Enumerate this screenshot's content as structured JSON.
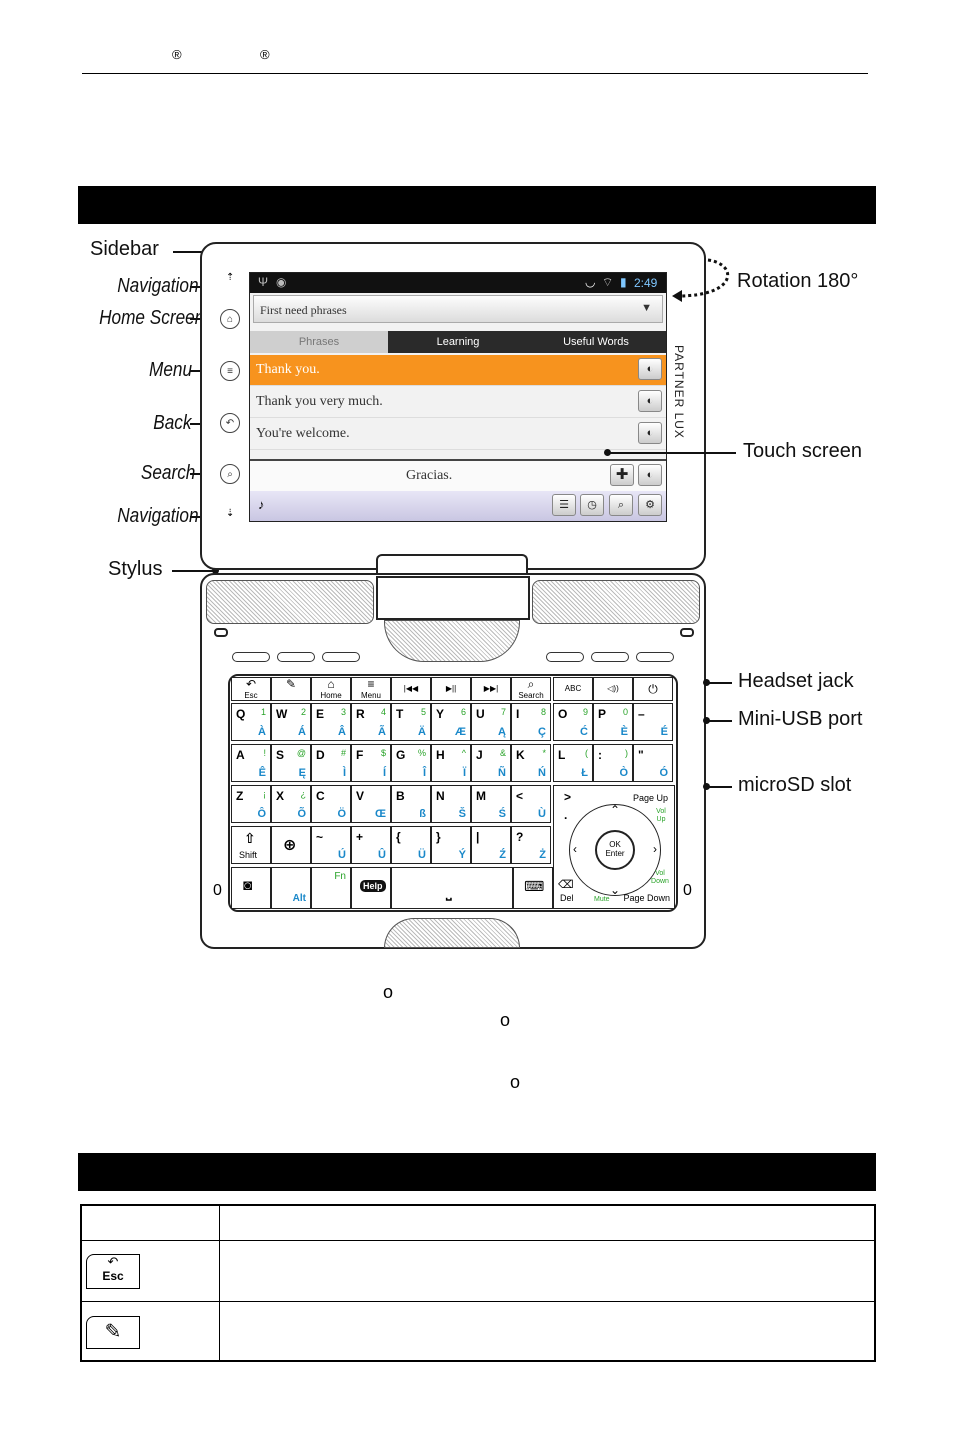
{
  "header": {
    "registered_marks": [
      "®",
      "®"
    ]
  },
  "figure": {
    "callouts_left": [
      "Sidebar",
      "Navigation",
      "Home Screen",
      "Menu",
      "Back",
      "Search",
      "Navigation",
      "Stylus"
    ],
    "callouts_right": {
      "rotation": "Rotation 180°",
      "touch_screen": "Touch screen",
      "headset": "Headset jack",
      "usb": "Mini-USB port",
      "microsd": "microSD slot"
    },
    "screen": {
      "time": "2:49",
      "dropdown": "First need phrases",
      "tabs": [
        "Phrases",
        "Learning",
        "Useful Words"
      ],
      "phrases": [
        "Thank you.",
        "Thank you very much.",
        "You're welcome."
      ],
      "translation": "Gracias."
    },
    "brand": "PARTNER LUX",
    "function_keys": [
      {
        "icon": "↶",
        "label": "Esc"
      },
      {
        "icon": "✎",
        "label": ""
      },
      {
        "icon": "⌂",
        "label": "Home"
      },
      {
        "icon": "≡",
        "label": "Menu"
      },
      {
        "icon": "|◀◀",
        "label": ""
      },
      {
        "icon": "▶||",
        "label": ""
      },
      {
        "icon": "▶▶|",
        "label": ""
      },
      {
        "icon": "⌕",
        "label": "Search"
      },
      {
        "icon": "ABC",
        "label": ""
      },
      {
        "icon": "◁))",
        "label": ""
      },
      {
        "icon": "⏻",
        "label": ""
      }
    ],
    "keys_row1": [
      {
        "m": "Q",
        "a": "1",
        "b": "À"
      },
      {
        "m": "W",
        "a": "2",
        "b": "Á"
      },
      {
        "m": "E",
        "a": "3",
        "b": "Â"
      },
      {
        "m": "R",
        "a": "4",
        "b": "Ã"
      },
      {
        "m": "T",
        "a": "5",
        "b": "Ä"
      },
      {
        "m": "Y",
        "a": "6",
        "b": "Æ"
      },
      {
        "m": "U",
        "a": "7",
        "b": "Ą"
      },
      {
        "m": "I",
        "a": "8",
        "b": "Ç"
      },
      {
        "m": "O",
        "a": "9",
        "b": "Ć"
      },
      {
        "m": "P",
        "a": "0",
        "b": "È"
      },
      {
        "m": "–",
        "a": "",
        "b": "É"
      }
    ],
    "keys_row2": [
      {
        "m": "A",
        "a": "!",
        "b": "Ê"
      },
      {
        "m": "S",
        "a": "@",
        "b": "Ę"
      },
      {
        "m": "D",
        "a": "#",
        "b": "Ì"
      },
      {
        "m": "F",
        "a": "$",
        "b": "Í"
      },
      {
        "m": "G",
        "a": "%",
        "b": "Î"
      },
      {
        "m": "H",
        "a": "^",
        "b": "Ï"
      },
      {
        "m": "J",
        "a": "&",
        "b": "Ñ"
      },
      {
        "m": "K",
        "a": "*",
        "b": "Ń"
      },
      {
        "m": "L",
        "a": "(",
        "b": "Ł"
      },
      {
        "m": ":",
        "a": ")",
        "b": "Ò"
      },
      {
        "m": "\"",
        "a": "",
        "b": "Ó"
      }
    ],
    "keys_row3": [
      {
        "m": "Z",
        "a": "¡",
        "b": "Ô"
      },
      {
        "m": "X",
        "a": "¿",
        "b": "Õ"
      },
      {
        "m": "C",
        "a": "",
        "b": "Ö"
      },
      {
        "m": "V",
        "a": "",
        "b": "Œ"
      },
      {
        "m": "B",
        "a": "",
        "b": "ß"
      },
      {
        "m": "N",
        "a": "",
        "b": "Š"
      },
      {
        "m": "M",
        "a": "",
        "b": "Ś"
      },
      {
        "m": "<",
        "a": "",
        "b": "Ù"
      }
    ],
    "keys_row4": [
      {
        "m": "~",
        "a": "",
        "b": "Ú"
      },
      {
        "m": "+",
        "a": "",
        "b": "Û"
      },
      {
        "m": "{",
        "a": "",
        "b": "Ü"
      },
      {
        "m": "}",
        "a": "",
        "b": "Ý"
      },
      {
        "m": "|",
        "a": "",
        "b": "Ź"
      },
      {
        "m": "?",
        "a": "",
        "b": "Ż"
      }
    ],
    "special_keys": {
      "shift": "Shift",
      "page_up": "Page Up",
      "vol_up": "Vol Up",
      "ok": "OK",
      "enter": "Enter",
      "fn": "Fn",
      "alt": "Alt",
      "help": "Help",
      "space": "⎵",
      "del": "Del",
      "mute": "Mute",
      "vol_down": "Vol Down",
      "page_down": "Page Down"
    }
  },
  "degree_marks": [
    "o",
    "o",
    "o"
  ],
  "table": {
    "rows": [
      {
        "icon": "Esc"
      },
      {
        "icon": "✎"
      }
    ]
  }
}
